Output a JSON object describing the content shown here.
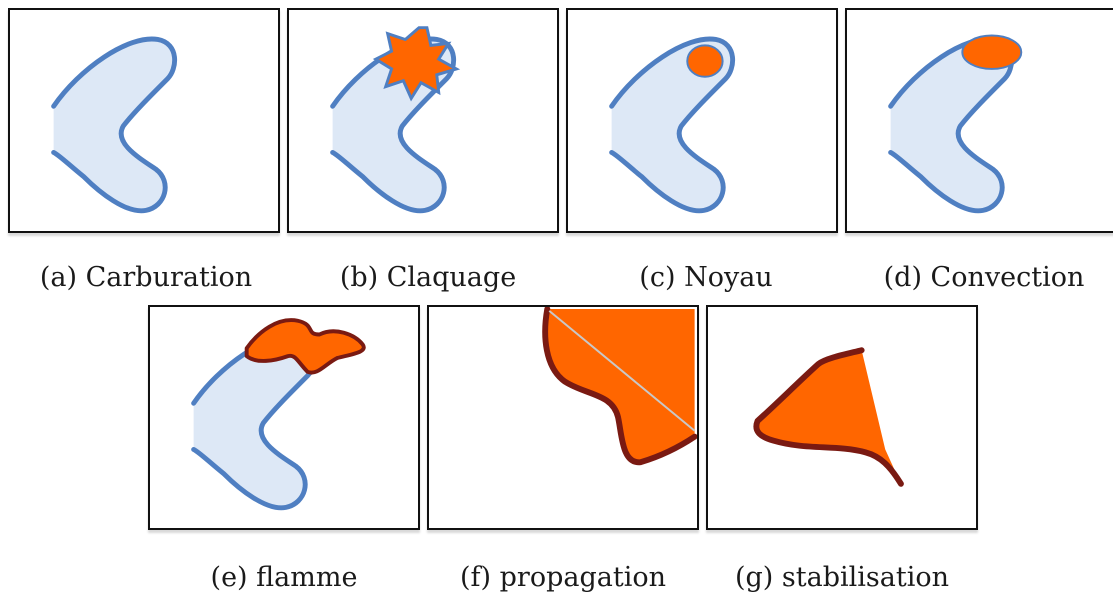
{
  "colors": {
    "chamber_fill": "#dde8f6",
    "chamber_stroke": "#4f7fc2",
    "flame_fill": "#ff6600",
    "flame_stroke": "#7a1a12",
    "frame": "#111111"
  },
  "captions": {
    "a": "(a) Carburation",
    "b": "(b) Claquage",
    "c": "(c) Noyau",
    "d": "(d) Convection",
    "e": "(e) flamme",
    "f": "(f) propagation",
    "g": "(g) stabilisation"
  }
}
